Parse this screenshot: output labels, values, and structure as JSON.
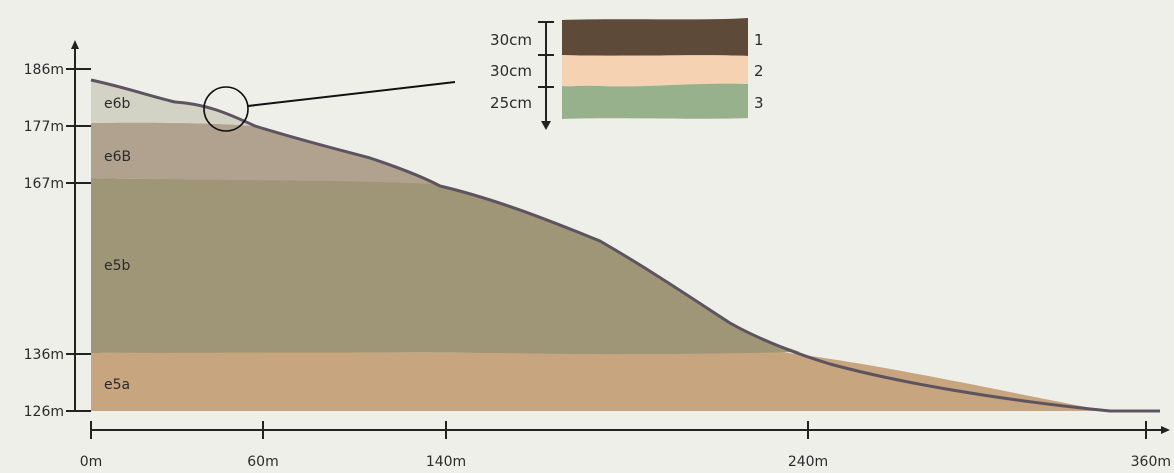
{
  "elevation_axis": {
    "ticks": [
      {
        "value": 186,
        "label": "186m"
      },
      {
        "value": 177,
        "label": "177m"
      },
      {
        "value": 167,
        "label": "167m"
      },
      {
        "value": 136,
        "label": "136m"
      },
      {
        "value": 126,
        "label": "126m"
      }
    ]
  },
  "distance_axis": {
    "ticks": [
      {
        "value": 0,
        "label": "0m"
      },
      {
        "value": 60,
        "label": "60m"
      },
      {
        "value": 140,
        "label": "140m"
      },
      {
        "value": 240,
        "label": "240m"
      },
      {
        "value": 360,
        "label": "360m"
      }
    ]
  },
  "layers": [
    {
      "id": "e6b",
      "label": "e6b",
      "color": "#d2d3c4"
    },
    {
      "id": "e6B",
      "label": "e6B",
      "color": "#b0a28e"
    },
    {
      "id": "e5b",
      "label": "e5b",
      "color": "#9e9676"
    },
    {
      "id": "e5a",
      "label": "e5a",
      "color": "#c6a57f"
    }
  ],
  "surface_line_color": "#5e5461",
  "inset": {
    "layers": [
      {
        "thickness": "30cm",
        "number": "1",
        "color": "#5e4a38"
      },
      {
        "thickness": "30cm",
        "number": "2",
        "color": "#f5d3b2"
      },
      {
        "thickness": "25cm",
        "number": "3",
        "color": "#97b18c"
      }
    ]
  }
}
